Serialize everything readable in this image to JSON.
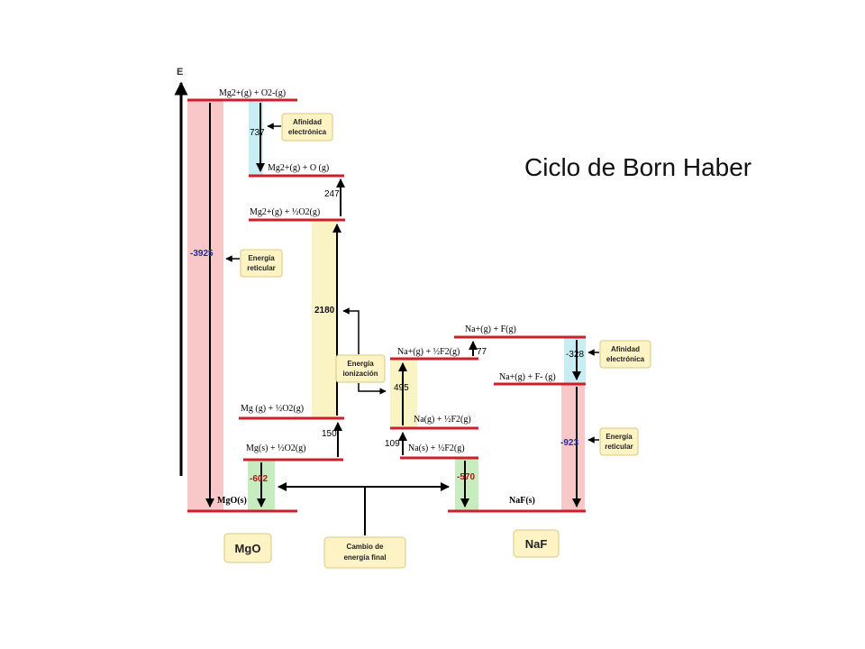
{
  "title": "Ciclo de Born Haber",
  "axis_label": "E",
  "colors": {
    "level": "#cc1f2a",
    "pink": "#f8c8c8",
    "cyan": "#c8eef4",
    "yellow": "#faf4c4",
    "green": "#c6ecc0",
    "box": "#fdf3c4",
    "box_border": "#d8c880"
  },
  "mgo": {
    "levels": {
      "top": "Mg2+(g) + O2-(g)",
      "o_atom": "Mg2+(g) + O (g)",
      "half_o2_ion": "Mg2+(g) + ½O2(g)",
      "gas": "Mg (g) + ½O2(g)",
      "solid": "Mg(s) + ½O2(g)",
      "product": "MgO(s)"
    },
    "values": {
      "affinity": "737",
      "dissociation": "247",
      "ionization": "2180",
      "sublimation": "150",
      "formation": "-602",
      "lattice": "-3925"
    },
    "boxes": {
      "affinity": [
        "Afinidad",
        "electrónica"
      ],
      "lattice": [
        "Energía",
        "reticular"
      ]
    }
  },
  "naf": {
    "levels": {
      "top": "Na+(g) + F(g)",
      "ion_half": "Na+(g) + ½F2(g)",
      "ion_f": "Na+(g) + F- (g)",
      "gas": "Na(g) + ½F2(g)",
      "solid": "Na(s) + ½F2(g)",
      "product": "NaF(s)"
    },
    "values": {
      "dissociation": "77",
      "affinity": "-328",
      "ionization": "495",
      "sublimation": "109",
      "formation": "-570",
      "lattice": "-923"
    },
    "boxes": {
      "affinity": [
        "Afinidad",
        "electrónica"
      ],
      "lattice": [
        "Energía",
        "reticular"
      ]
    }
  },
  "shared_box": [
    "Energía",
    "ionización"
  ],
  "bottom": {
    "mgo": "MgO",
    "change": [
      "Cambio de",
      "energía final"
    ],
    "naf": "NaF"
  }
}
